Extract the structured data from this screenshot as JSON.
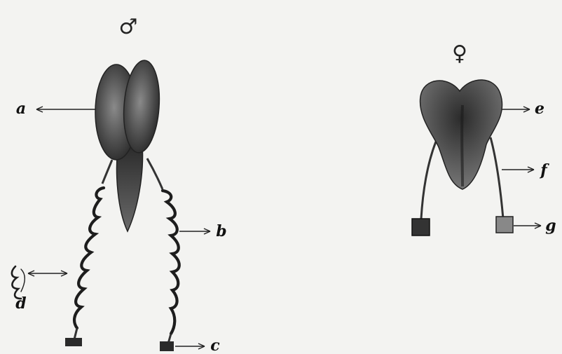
{
  "figure": {
    "male": {
      "symbol": "♂",
      "labels": {
        "a": "a",
        "b": "b",
        "c": "c",
        "d": "d"
      }
    },
    "female": {
      "symbol": "♀",
      "labels": {
        "e": "e",
        "f": "f",
        "g": "g"
      }
    }
  }
}
